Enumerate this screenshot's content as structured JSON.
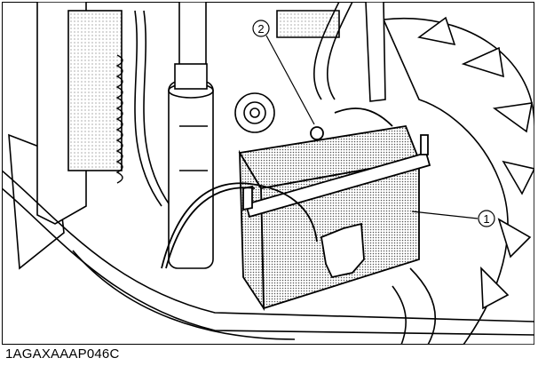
{
  "figure": {
    "code": "1AGAXAAAP046C",
    "callouts": [
      {
        "number": "1"
      },
      {
        "number": "2"
      }
    ]
  }
}
